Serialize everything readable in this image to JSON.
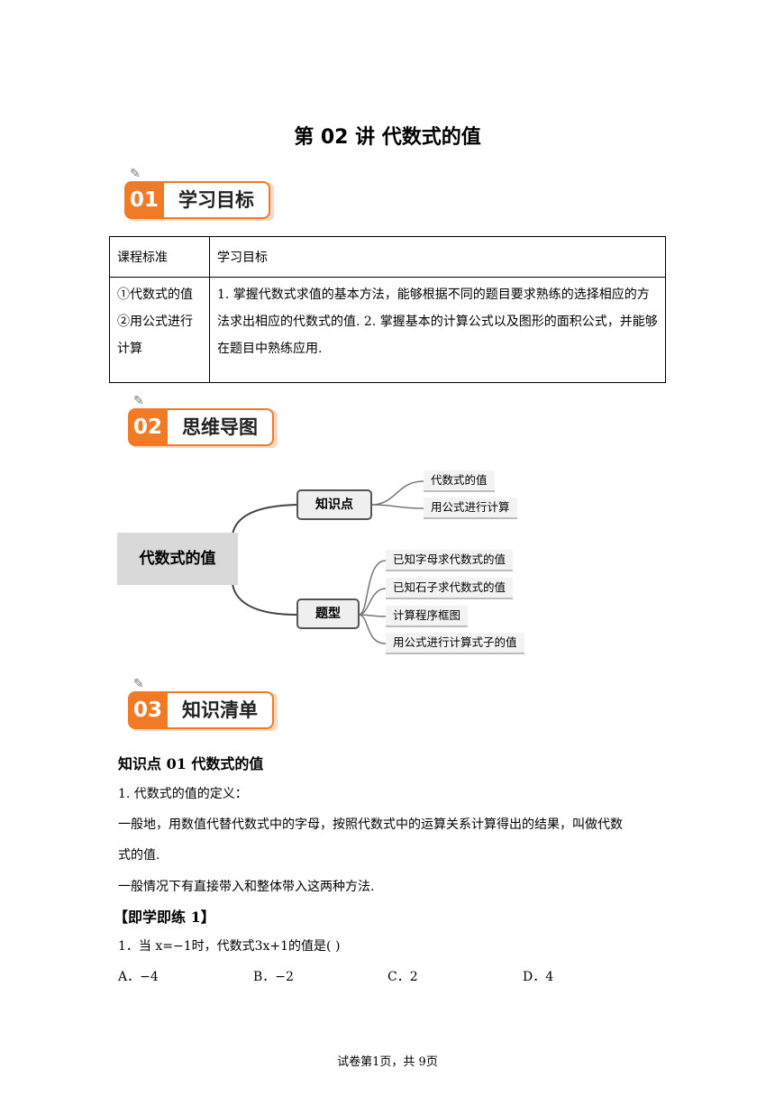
{
  "title": "第 02 讲  代数式的值",
  "sections": [
    {
      "num": "01",
      "label": "学习目标"
    },
    {
      "num": "02",
      "label": "思维导图"
    },
    {
      "num": "03",
      "label": "知识清单"
    }
  ],
  "goals_table": {
    "head": [
      "课程标准",
      "学习目标"
    ],
    "col1": [
      "①代数式的值",
      "②用公式进行",
      "计算"
    ],
    "col2": "1. 掌握代数式求值的基本方法，能够根据不同的题目要求熟练的选择相应的方法求出相应的代数式的值. 2. 掌握基本的计算公式以及图形的面积公式，并能够在题目中熟练应用."
  },
  "mindmap": {
    "root": "代数式的值",
    "branches": [
      {
        "label": "知识点",
        "leaves": [
          "代数式的值",
          "用公式进行计算"
        ]
      },
      {
        "label": "题型",
        "leaves": [
          "已知字母求代数式的值",
          "已知石子求代数式的值",
          "计算程序框图",
          "用公式进行计算式子的值"
        ]
      }
    ]
  },
  "knowledge": {
    "heading": "知识点 01  代数式的值",
    "def_title": "1. 代数式的值的定义：",
    "def_line1": "一般地，用数值代替代数式中的字母，按照代数式中的运算关系计算得出的结果，叫做代数",
    "def_line2": "式的值.",
    "methods": "一般情况下有直接带入和整体带入这两种方法."
  },
  "practice": {
    "heading": "【即学即练 1】",
    "question": "1．当 x=−1时，代数式3x+1的值是(   )",
    "options": [
      "A．−4",
      "B．−2",
      "C．2",
      "D．4"
    ]
  },
  "footer": "试卷第1页，共 9页",
  "colors": {
    "accent": "#f07a26",
    "badge_shadow": "#f6d9c6",
    "root_bg": "#d9d9d9"
  }
}
